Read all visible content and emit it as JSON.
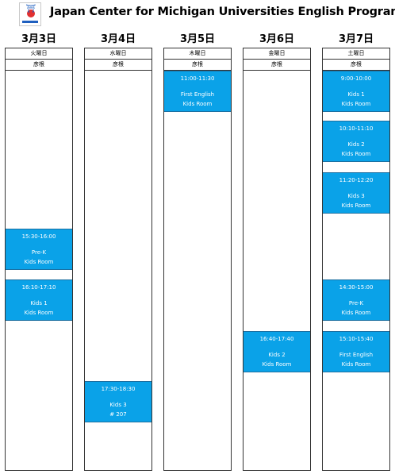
{
  "header": {
    "title": "Japan Center for Michigan Universities English Program"
  },
  "days": [
    {
      "date": "3月3日",
      "weekday": "火曜日",
      "location": "彦根",
      "events": [
        {
          "time": "15:30-16:00",
          "line1": "Pre-K",
          "line2": "Kids Room"
        },
        {
          "time": "16:10-17:10",
          "line1": "Kids 1",
          "line2": "Kids Room"
        }
      ]
    },
    {
      "date": "3月4日",
      "weekday": "水曜日",
      "location": "彦根",
      "events": [
        {
          "time": "17:30-18:30",
          "line1": "Kids 3",
          "line2": "# 207"
        }
      ]
    },
    {
      "date": "3月5日",
      "weekday": "木曜日",
      "location": "彦根",
      "events": [
        {
          "time": "11:00-11:30",
          "line1": "First English",
          "line2": "Kids Room"
        }
      ]
    },
    {
      "date": "3月6日",
      "weekday": "金曜日",
      "location": "彦根",
      "events": [
        {
          "time": "16:40-17:40",
          "line1": "Kids 2",
          "line2": "Kids Room"
        }
      ]
    },
    {
      "date": "3月7日",
      "weekday": "土曜日",
      "location": "彦根",
      "events": [
        {
          "time": "9:00-10:00",
          "line1": "Kids 1",
          "line2": "Kids Room"
        },
        {
          "time": "10:10-11:10",
          "line1": "Kids 2",
          "line2": "Kids Room"
        },
        {
          "time": "11:20-12:20",
          "line1": "Kids 3",
          "line2": "Kids Room"
        },
        {
          "time": "14:30-15:00",
          "line1": "Pre-K",
          "line2": "Kids Room"
        },
        {
          "time": "15:10-15:40",
          "line1": "First English",
          "line2": "Kids Room"
        }
      ]
    }
  ],
  "colors": {
    "event_bg": "#0aa2e8",
    "event_text": "#ffffff",
    "border": "#333333"
  }
}
